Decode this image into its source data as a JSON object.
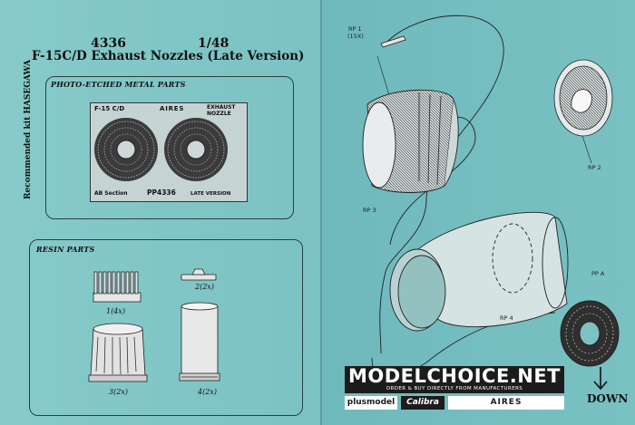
{
  "header": {
    "kit_number": "4336",
    "scale": "1/48",
    "title": "F-15C/D   Exhaust Nozzles (Late Version)",
    "recommended_kit": "Recommended kit HASEGAWA"
  },
  "photo_etched": {
    "heading": "PHOTO-ETCHED METAL PARTS",
    "fret": {
      "model": "F-15 C/D",
      "brand": "AIRES",
      "part_name_1": "EXHAUST",
      "part_name_2": "NOZZLE",
      "section": "AB Section",
      "code": "PP4336",
      "version": "LATE VERSION"
    }
  },
  "resin": {
    "heading": "RESIN PARTS",
    "parts": [
      {
        "label": "1(4x)"
      },
      {
        "label": "2(2x)"
      },
      {
        "label": "3(2x)"
      },
      {
        "label": "4(2x)"
      }
    ]
  },
  "diagram": {
    "labels": {
      "rp1": "RP 1",
      "rp1_qty": "(15X)",
      "rp2": "RP 2",
      "rp3": "RP 3",
      "rp4": "RP 4",
      "ppa": "PP A"
    },
    "direction": "DOWN"
  },
  "advert": {
    "site": "MODELCHOICE.NET",
    "tagline": "ORDER & BUY DIRECTLY FROM MANUFACTURERS",
    "logos": [
      "plusmodel",
      "Calibra",
      "AIRES"
    ]
  }
}
